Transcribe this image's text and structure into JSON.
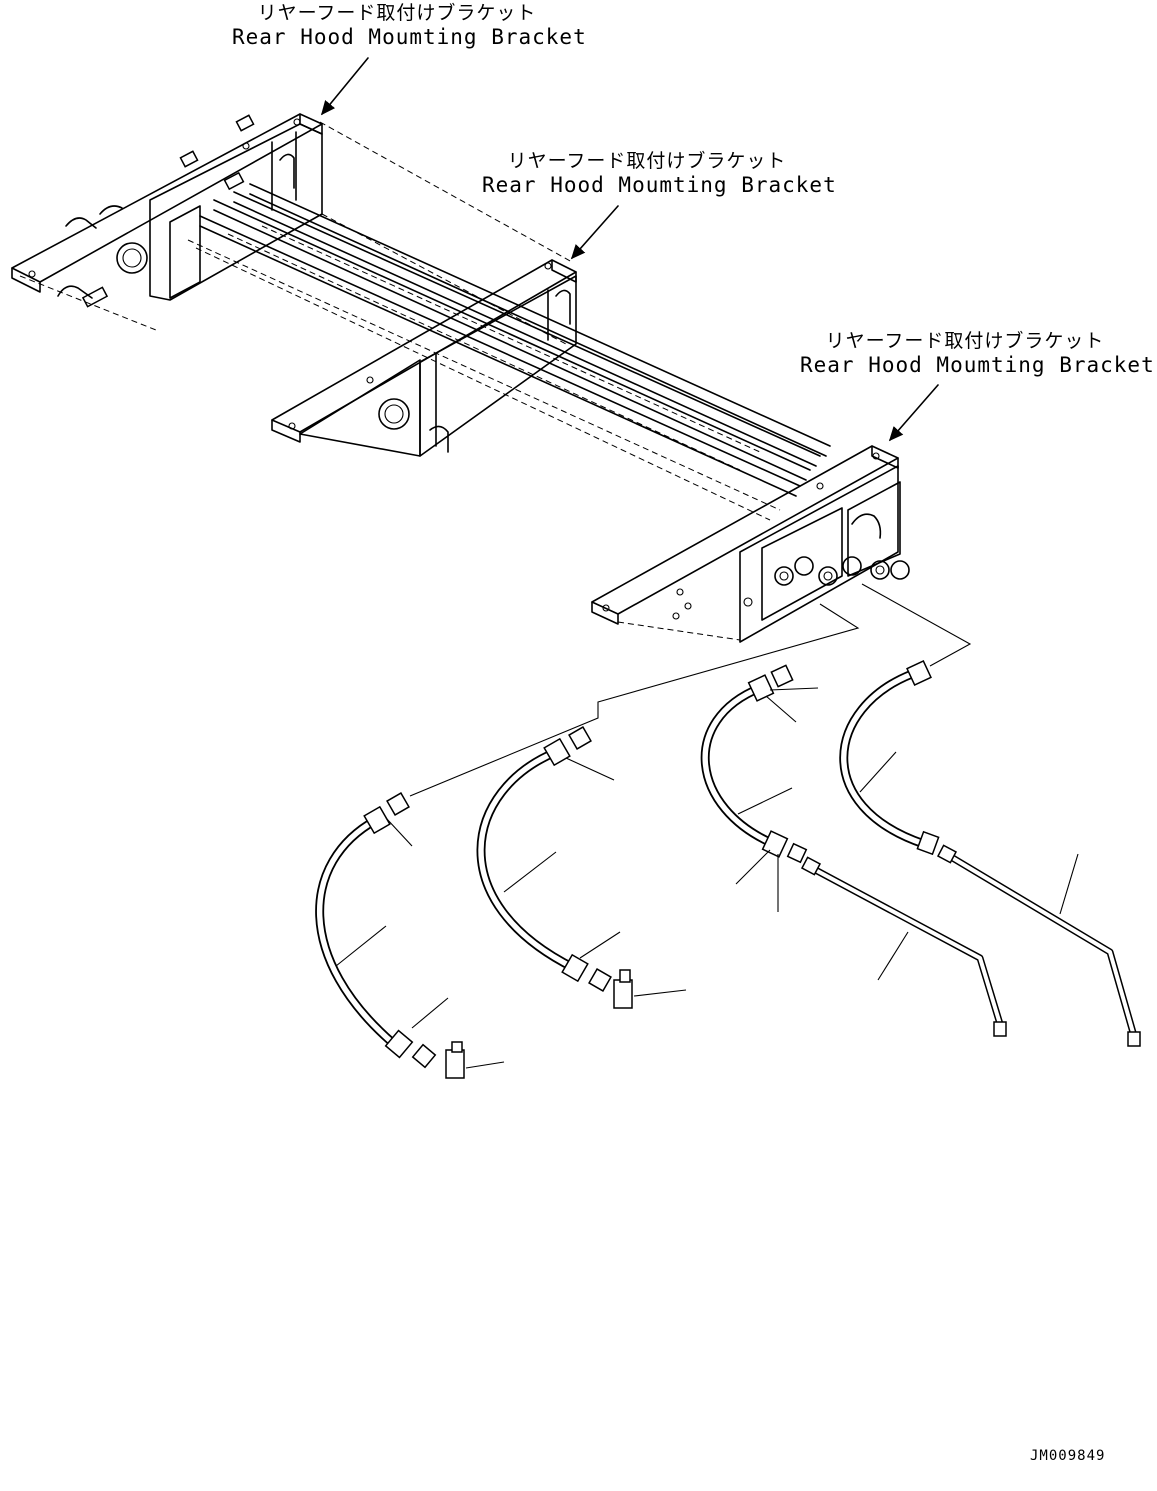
{
  "callouts": [
    {
      "jp": "リヤーフード取付けブラケット",
      "en": "Rear Hood Moumting Bracket"
    },
    {
      "jp": "リヤーフード取付けブラケット",
      "en": "Rear Hood Moumting Bracket"
    },
    {
      "jp": "リヤーフード取付けブラケット",
      "en": "Rear Hood Moumting Bracket"
    }
  ],
  "drawing_number": "JM009849"
}
